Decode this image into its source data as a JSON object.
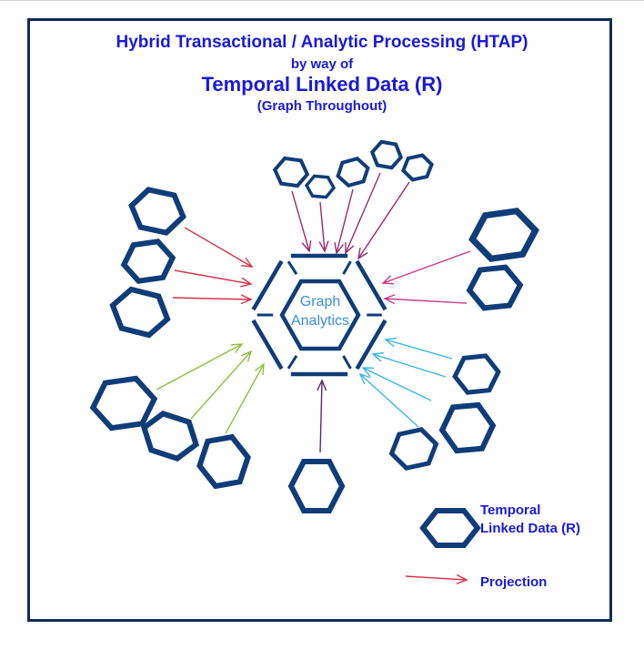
{
  "titles": {
    "line1": "Hybrid Transactional / Analytic Processing (HTAP)",
    "line2": "by way of",
    "line3": "Temporal Linked Data (R)",
    "line4": "(Graph Throughout)"
  },
  "center": {
    "line1": "Graph",
    "line2": "Analytics"
  },
  "legend": {
    "node_label": "Temporal Linked Data (R)",
    "arrow_label": "Projection"
  },
  "colors": {
    "node": "#0f3d78",
    "frame": "#0f2a5c",
    "title": "#1a1ad6",
    "center_text": "#3a8fd6",
    "arrow_red": "#d6334a",
    "arrow_magenta": "#9a2a70",
    "arrow_pink": "#c83a8c",
    "arrow_green": "#8cc040",
    "arrow_cyan": "#3ab4e0",
    "arrow_purple": "#5a2a70"
  }
}
